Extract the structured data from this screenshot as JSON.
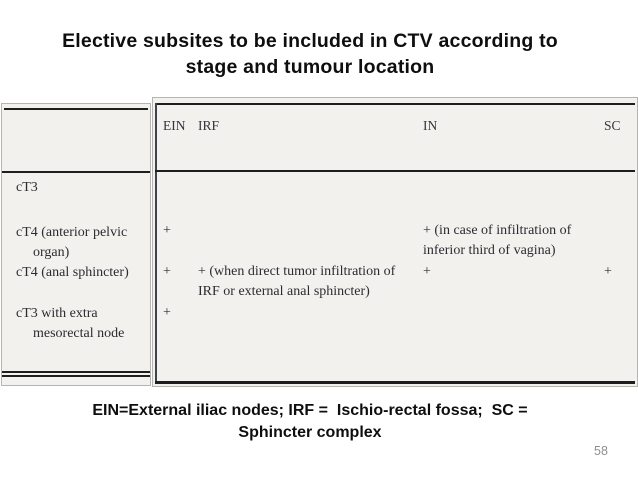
{
  "slide": {
    "title_line1": "Elective subsites to be included in CTV according to",
    "title_line2": "stage and tumour location",
    "footer_line1": "EIN=External iliac nodes; IRF =  Ischio-rectal fossa;  SC =",
    "footer_line2": "Sphincter complex",
    "page_number": "58"
  },
  "table": {
    "columns": [
      {
        "label": "EIN"
      },
      {
        "label": "IRF"
      },
      {
        "label": "IN"
      },
      {
        "label": "SC"
      }
    ],
    "rows": [
      {
        "label": "cT3",
        "EIN": "",
        "IRF": "",
        "IN": "",
        "SC": ""
      },
      {
        "label": "cT4 (anterior pelvic organ)",
        "EIN": "+",
        "IRF": "",
        "IN": "+ (in case of infiltration of inferior third of vagina)",
        "SC": ""
      },
      {
        "label": "cT4 (anal sphincter)",
        "EIN": "+",
        "IRF": "+ (when direct tumor infiltration of IRF or external anal sphincter)",
        "IN": "+",
        "SC": "+"
      },
      {
        "label": "cT3 with extra mesorectal node",
        "EIN": "+",
        "IRF": "",
        "IN": "",
        "SC": ""
      }
    ]
  },
  "colors": {
    "slide_background": "#ffffff",
    "table_background": "#f2f1ee",
    "table_rule": "#1e1e1e",
    "table_text": "#2b2b31",
    "title_text": "#0e0e0e",
    "page_number_text": "#8f8f8f"
  }
}
